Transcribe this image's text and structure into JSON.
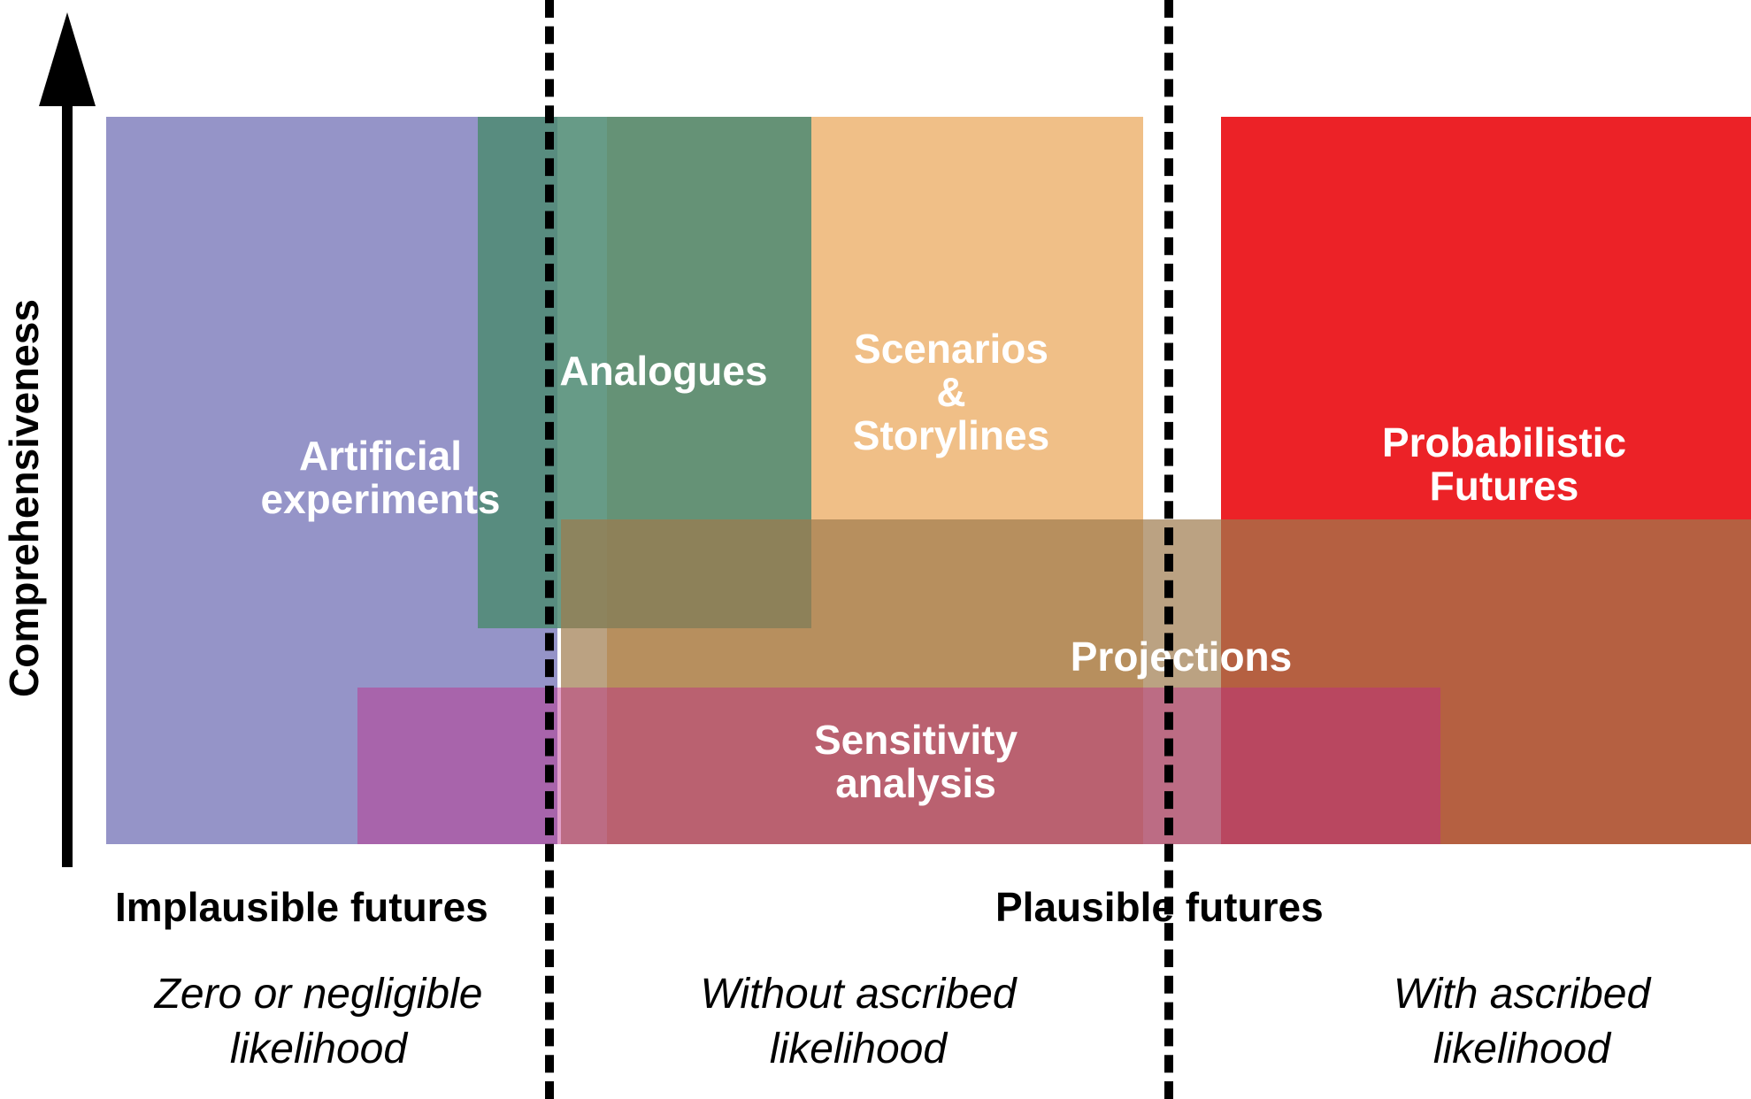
{
  "axis": {
    "label": "Comprehensiveness"
  },
  "regions": {
    "artificial": {
      "label": "Artificial\nexperiments",
      "color": "#9594c8"
    },
    "analogues": {
      "label": "Analogues",
      "color": "#4e8a73"
    },
    "scenarios": {
      "label": "Scenarios\n&\nStorylines",
      "color": "#f0bf87"
    },
    "probabilistic": {
      "label": "Probabilistic\nFutures",
      "color": "#ec2227"
    },
    "projections": {
      "label": "Projections",
      "color": "#9e7b4d"
    },
    "sensitivity": {
      "label": "Sensitivity\nanalysis",
      "color": "#be2b87"
    }
  },
  "headings": {
    "implausible": "Implausible futures",
    "plausible": "Plausible futures"
  },
  "captions": {
    "zero": "Zero or negligible\nlikelihood",
    "without": "Without ascribed\nlikelihood",
    "with": "With ascribed\nlikelihood"
  }
}
